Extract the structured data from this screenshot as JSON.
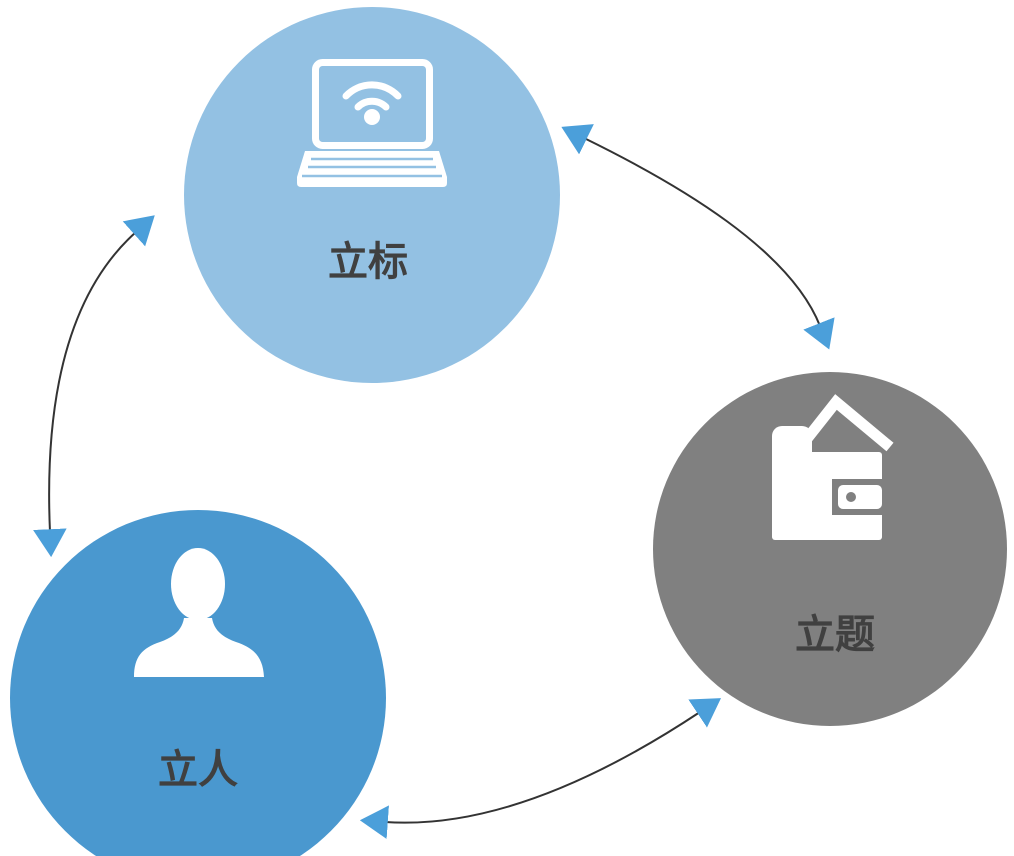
{
  "nodes": [
    {
      "label": "立标",
      "icon": "laptop-wifi-icon",
      "color": "#93C1E3"
    },
    {
      "label": "立题",
      "icon": "wallet-icon",
      "color": "#808080"
    },
    {
      "label": "立人",
      "icon": "person-icon",
      "color": "#4A98CF"
    }
  ],
  "edges": [
    {
      "from": 0,
      "to": 1,
      "bidirectional": true
    },
    {
      "from": 1,
      "to": 2,
      "bidirectional": true
    },
    {
      "from": 2,
      "to": 0,
      "bidirectional": true
    }
  ],
  "colors": {
    "background": "#FFFFFF",
    "label_text": "#404040",
    "icon": "#FFFFFF",
    "connector": "#333333",
    "arrowhead": "#4B9FDA"
  }
}
